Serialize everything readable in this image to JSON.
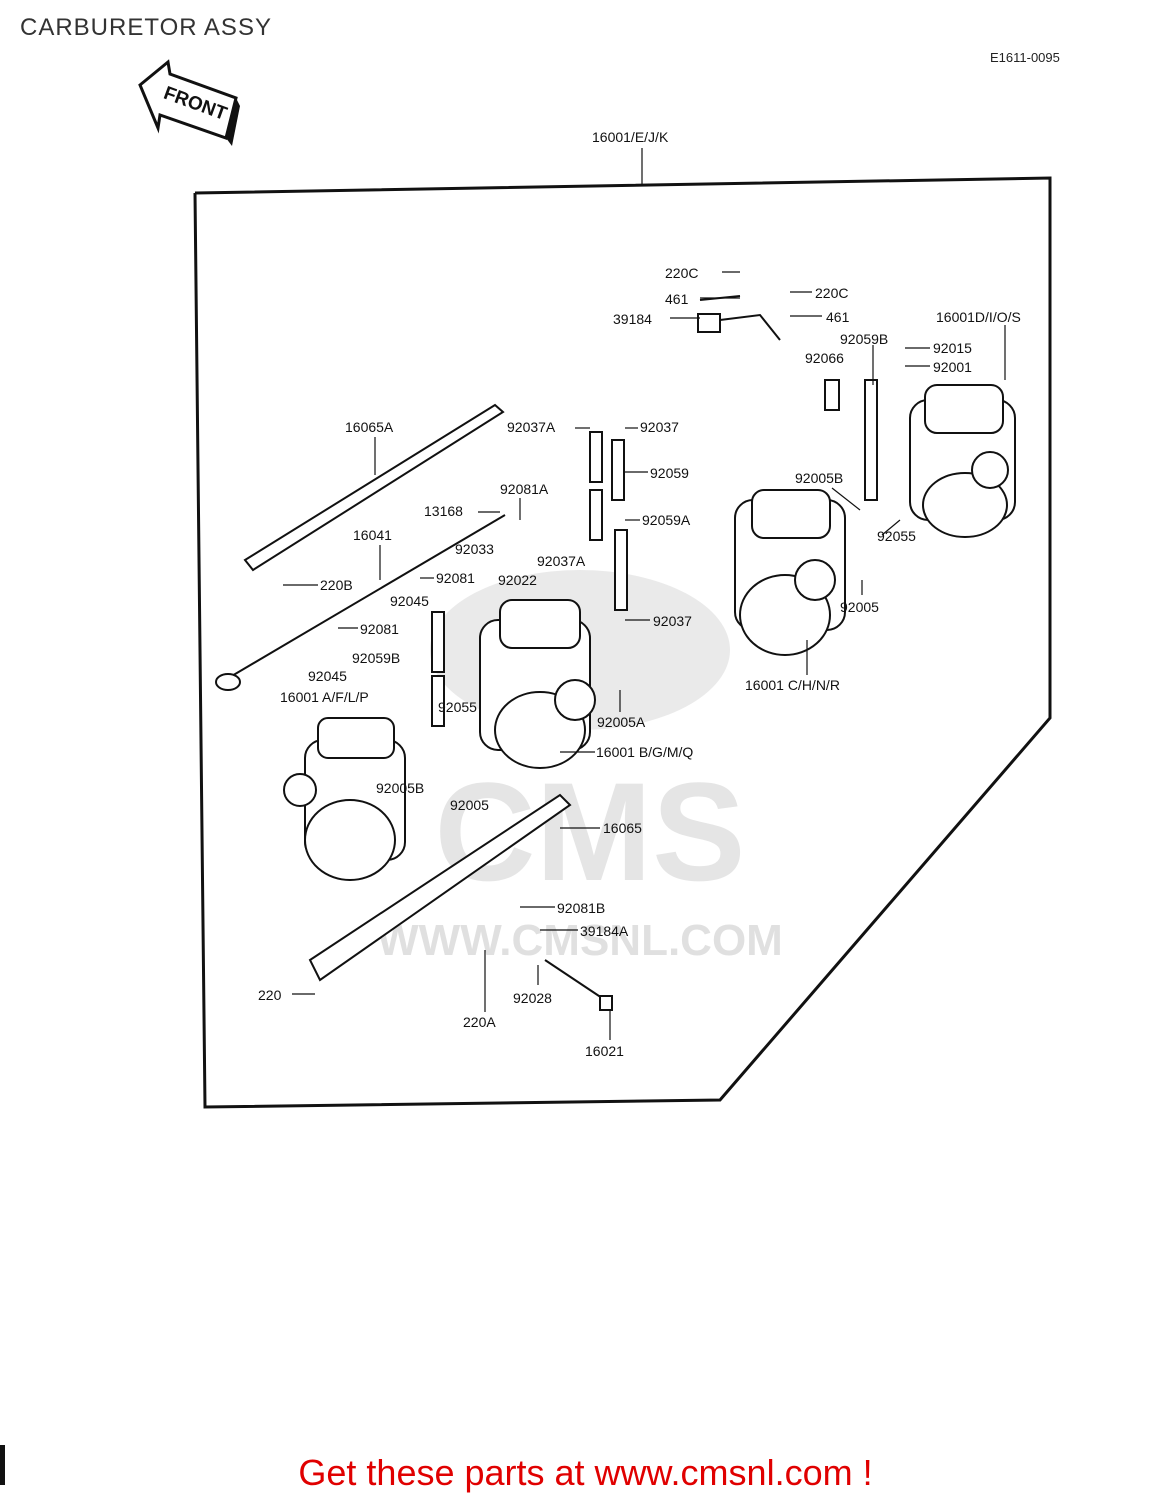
{
  "page": {
    "title": "CARBURETOR ASSY",
    "diagram_code": "E1611-0095",
    "front_label": "FRONT",
    "promo": "Get these parts at www.cmsnl.com !"
  },
  "watermark": {
    "brand": "CMS",
    "url": "WWW.CMSNL.COM"
  },
  "parts": {
    "p16001EJK": "16001/E/J/K",
    "p220C_a": "220C",
    "p461_a": "461",
    "p39184": "39184",
    "p220C_b": "220C",
    "p461_b": "461",
    "p16001DIOS": "16001D/I/O/S",
    "p92059B_a": "92059B",
    "p92015": "92015",
    "p92066": "92066",
    "p92001": "92001",
    "p16065A": "16065A",
    "p92037A_a": "92037A",
    "p92037_a": "92037",
    "p92059": "92059",
    "p92005B_a": "92005B",
    "p92081A": "92081A",
    "p13168": "13168",
    "p92059A": "92059A",
    "p16041": "16041",
    "p92033": "92033",
    "p92037A_b": "92037A",
    "p92055_a": "92055",
    "p220B": "220B",
    "p92081_a": "92081",
    "p92022": "92022",
    "p92045_a": "92045",
    "p92005_a": "92005",
    "p92037_b": "92037",
    "p92081_b": "92081",
    "p92059B_b": "92059B",
    "p92045_b": "92045",
    "p16001CHNR": "16001 C/H/N/R",
    "p16001AFLP": "16001 A/F/L/P",
    "p92055_b": "92055",
    "p92005A": "92005A",
    "p16001BGMQ": "16001 B/G/M/Q",
    "p92005B_b": "92005B",
    "p92005_b": "92005",
    "p16065": "16065",
    "p92081B": "92081B",
    "p39184A": "39184A",
    "p220": "220",
    "p92028": "92028",
    "p220A": "220A",
    "p16021": "16021"
  }
}
